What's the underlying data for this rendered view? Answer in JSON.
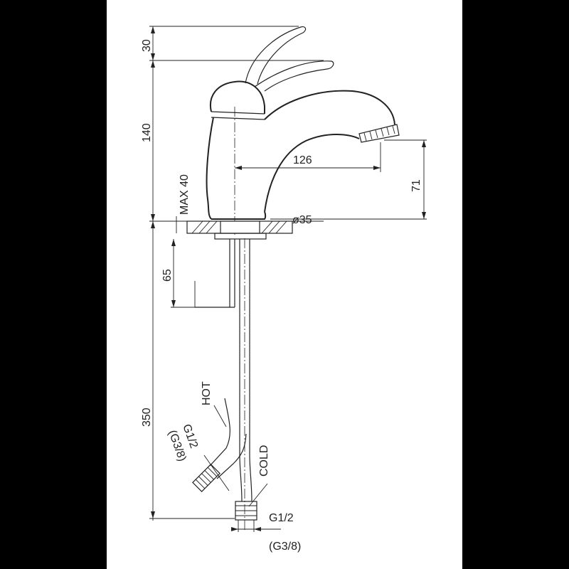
{
  "drawing": {
    "dims": {
      "handle_lift": "30",
      "body_height": "140",
      "spout_reach": "126",
      "spout_height": "71",
      "counter_thickness": "MAX 40",
      "base_diameter": "ø35",
      "shank_length": "65",
      "hose_length": "350"
    },
    "labels": {
      "hot": "HOT",
      "cold": "COLD",
      "hot_thread": "G1/2",
      "hot_thread_alt": "(G3/8)",
      "cold_thread": "G1/2",
      "cold_thread_alt": "(G3/8)"
    }
  }
}
